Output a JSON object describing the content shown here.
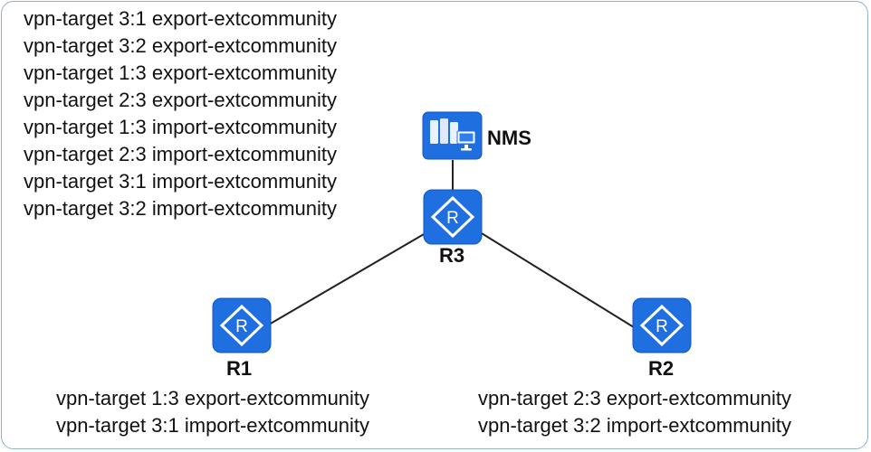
{
  "nodes": {
    "nms": {
      "label": "NMS",
      "icon": "network-management-station-icon"
    },
    "r3": {
      "label": "R3",
      "icon": "router-icon"
    },
    "r1": {
      "label": "R1",
      "icon": "router-icon"
    },
    "r2": {
      "label": "R2",
      "icon": "router-icon"
    }
  },
  "configs": {
    "r3": [
      "vpn-target 3:1 export-extcommunity",
      "vpn-target 3:2 export-extcommunity",
      "vpn-target 1:3 export-extcommunity",
      "vpn-target 2:3 export-extcommunity",
      "vpn-target 1:3 import-extcommunity",
      "vpn-target 2:3 import-extcommunity",
      "vpn-target 3:1 import-extcommunity",
      "vpn-target 3:2 import-extcommunity"
    ],
    "r1": [
      "vpn-target 1:3 export-extcommunity",
      "vpn-target 3:1 import-extcommunity"
    ],
    "r2": [
      "vpn-target 2:3 export-extcommunity",
      "vpn-target 3:2 import-extcommunity"
    ]
  },
  "links": [
    {
      "from": "nms",
      "to": "r3"
    },
    {
      "from": "r3",
      "to": "r1"
    },
    {
      "from": "r3",
      "to": "r2"
    }
  ],
  "colors": {
    "router_fill": "#1f6fe0",
    "router_border": "#0f56c0",
    "link": "#222222",
    "frame_border": "#8fb3c6"
  }
}
